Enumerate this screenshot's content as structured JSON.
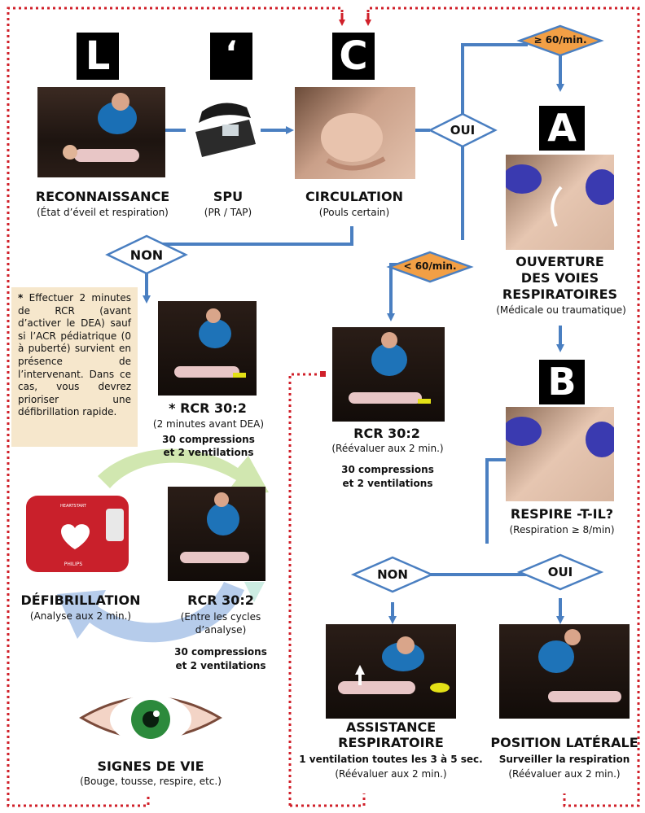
{
  "colors": {
    "arrow": "#4a7fc1",
    "dotted": "#d0202a",
    "orange": "#f29f45",
    "diamond_border": "#4a7fc1",
    "note_bg": "#f6e7cc"
  },
  "letters": {
    "l": "L",
    "tick": "‘",
    "c": "C",
    "a": "A",
    "b": "B"
  },
  "reconnaissance": {
    "title": "RECONNAISSANCE",
    "sub": "(État d’éveil et respiration)"
  },
  "spu": {
    "title": "SPU",
    "sub": "(PR / TAP)"
  },
  "circulation": {
    "title": "CIRCULATION",
    "sub": "(Pouls certain)"
  },
  "diamonds": {
    "oui_top": "OUI",
    "non_left": "NON",
    "ge60": "≥ 60/min.",
    "lt60": "< 60/min.",
    "non_right": "NON",
    "oui_right": "OUI"
  },
  "ouverture": {
    "line1": "OUVERTURE",
    "line2": "DES VOIES",
    "line3": "RESPIRATOIRES",
    "sub": "(Médicale ou traumatique)"
  },
  "respire": {
    "title": "RESPIRE -T-IL?",
    "sub": "(Respiration ≥ 8/min)"
  },
  "note": {
    "text": "Effectuer 2 minutes de RCR (avant d’activer le DEA) sauf si l’ACR pédiatrique (0 à puberté) survient en présence de l’intervenant. Dans ce cas, vous devrez prioriser une défibrillation rapide.",
    "star": "*"
  },
  "rcr_left": {
    "title": "* RCR 30:2",
    "sub": "(2 minutes avant DEA)",
    "line1": "30 compressions",
    "line2": "et 2 ventilations"
  },
  "rcr_center": {
    "title": "RCR 30:2",
    "sub": "(Réévaluer aux 2 min.)",
    "line1": "30 compressions",
    "line2": "et 2 ventilations"
  },
  "rcr_cycle": {
    "title": "RCR 30:2",
    "sub1": "(Entre les cycles",
    "sub2": "d’analyse)",
    "line1": "30 compressions",
    "line2": "et 2 ventilations"
  },
  "defib": {
    "title": "DÉFIBRILLATION",
    "sub": "(Analyse aux 2 min.)",
    "brand": "PHILIPS",
    "device_text": "HEARTSTART"
  },
  "signes": {
    "title": "SIGNES DE VIE",
    "sub": "(Bouge, tousse, respire, etc.)"
  },
  "assistance": {
    "line1": "ASSISTANCE",
    "line2": "RESPIRATOIRE",
    "bold": "1 ventilation toutes les 3 à 5 sec.",
    "sub": "(Réévaluer aux 2 min.)"
  },
  "position": {
    "title": "POSITION LATÉRALE",
    "bold": "Surveiller la respiration",
    "sub": "(Réévaluer aux 2 min.)"
  }
}
